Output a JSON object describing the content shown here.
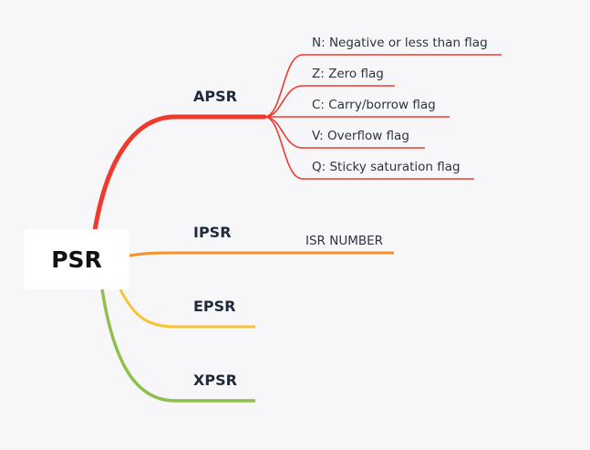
{
  "root": {
    "label": "PSR"
  },
  "colors": {
    "apsr": "#f03a2e",
    "ipsr": "#f3922b",
    "epsr": "#f8c435",
    "xpsr": "#8fc04b"
  },
  "branches": {
    "apsr": {
      "label": "APSR",
      "children": [
        "N:  Negative or less than flag",
        "Z:  Zero flag",
        "C:  Carry/borrow flag",
        "V:  Overflow flag",
        "Q:  Sticky saturation flag"
      ]
    },
    "ipsr": {
      "label": "IPSR",
      "children": [
        "ISR NUMBER"
      ]
    },
    "epsr": {
      "label": "EPSR"
    },
    "xpsr": {
      "label": "XPSR"
    }
  }
}
